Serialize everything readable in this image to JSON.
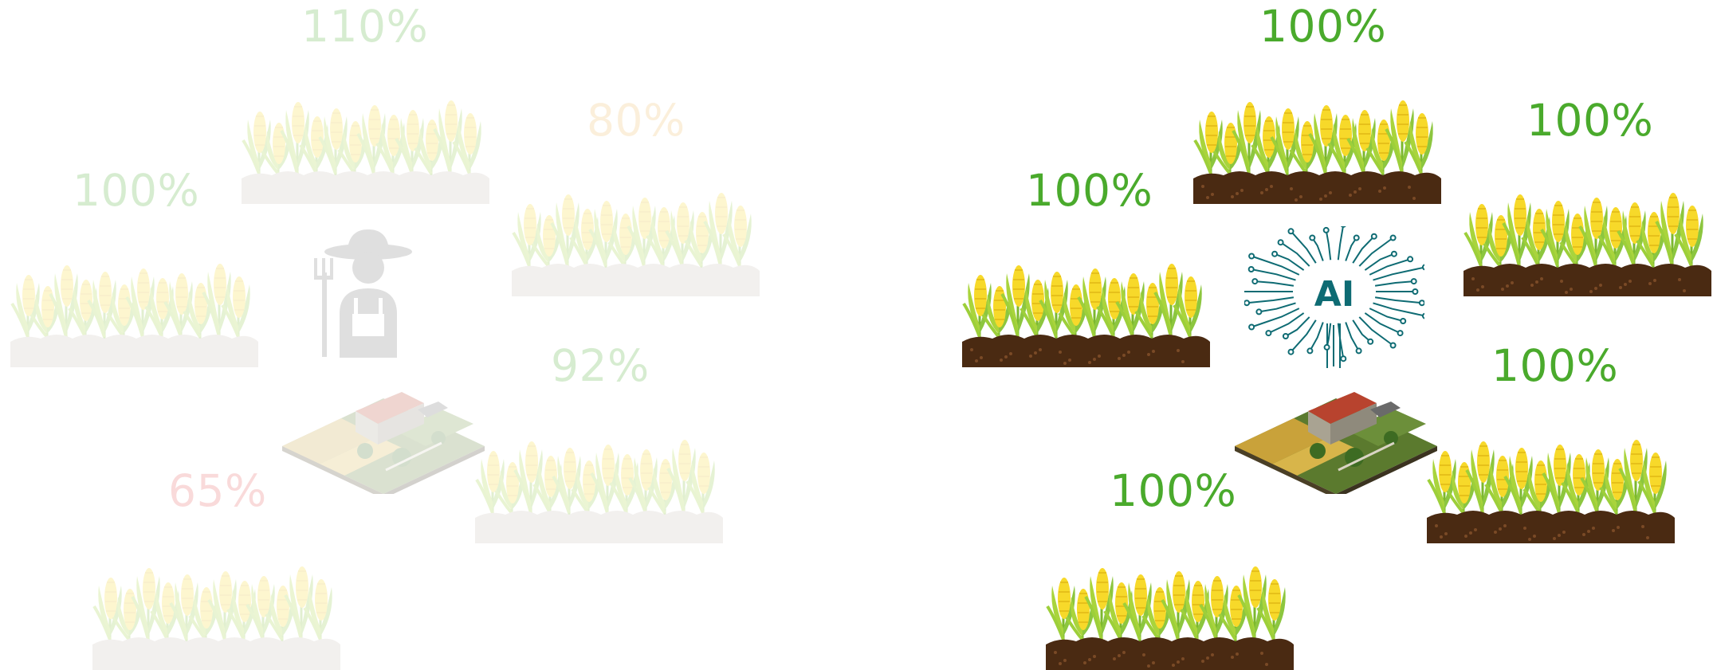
{
  "colors": {
    "good": "#4aaa2c",
    "warn": "#f0b860",
    "bad": "#e85c5c",
    "faded_opacity": 0.22,
    "soil": "#4a2a12",
    "soil_faded": "#c9bdb3",
    "corn": "#f7d92a",
    "leaf": "#9dcf3a",
    "ai_teal": "#0e6b73",
    "farmer_gray": "#707070"
  },
  "left": {
    "farmer_icon": "farmer-icon",
    "farm_icon": "farmhouse-icon",
    "plots": [
      {
        "id": "top",
        "yield": "110%",
        "status": "good"
      },
      {
        "id": "left",
        "yield": "100%",
        "status": "good"
      },
      {
        "id": "right-top",
        "yield": "80%",
        "status": "warn"
      },
      {
        "id": "right-bottom",
        "yield": "92%",
        "status": "good"
      },
      {
        "id": "bottom",
        "yield": "65%",
        "status": "bad"
      }
    ]
  },
  "right": {
    "ai_label": "AI",
    "farm_icon": "farmhouse-icon",
    "plots": [
      {
        "id": "top",
        "yield": "100%",
        "status": "good"
      },
      {
        "id": "left",
        "yield": "100%",
        "status": "good"
      },
      {
        "id": "right-top",
        "yield": "100%",
        "status": "good"
      },
      {
        "id": "right-bottom",
        "yield": "100%",
        "status": "good"
      },
      {
        "id": "bottom",
        "yield": "100%",
        "status": "good"
      }
    ]
  }
}
